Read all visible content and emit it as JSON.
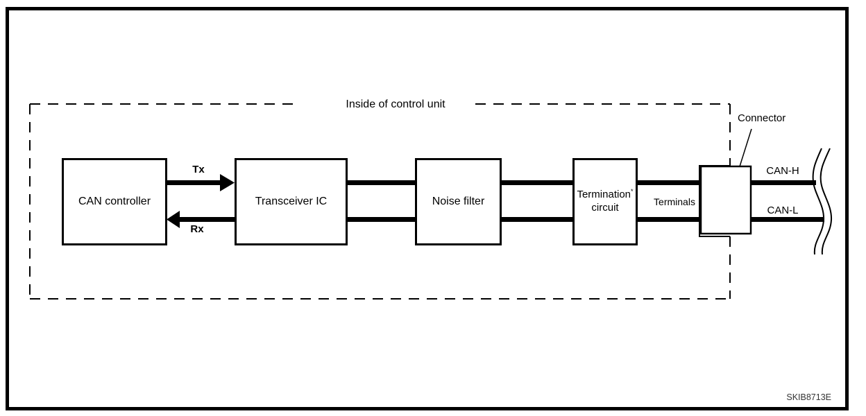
{
  "diagram": {
    "inside_label": "Inside of control unit",
    "boxes": {
      "can_controller": "CAN controller",
      "transceiver_ic": "Transceiver IC",
      "noise_filter": "Noise filter",
      "termination_line1": "Termination",
      "termination_asterisk": "*",
      "termination_line2": "circuit"
    },
    "signals": {
      "tx": "Tx",
      "rx": "Rx"
    },
    "wires": {
      "can_h": "CAN-H",
      "can_l": "CAN-L"
    },
    "terminals_label": "Terminals",
    "connector_label": "Connector",
    "figure_code": "SKIB8713E",
    "colors": {
      "line": "#000000",
      "background": "#ffffff"
    }
  }
}
